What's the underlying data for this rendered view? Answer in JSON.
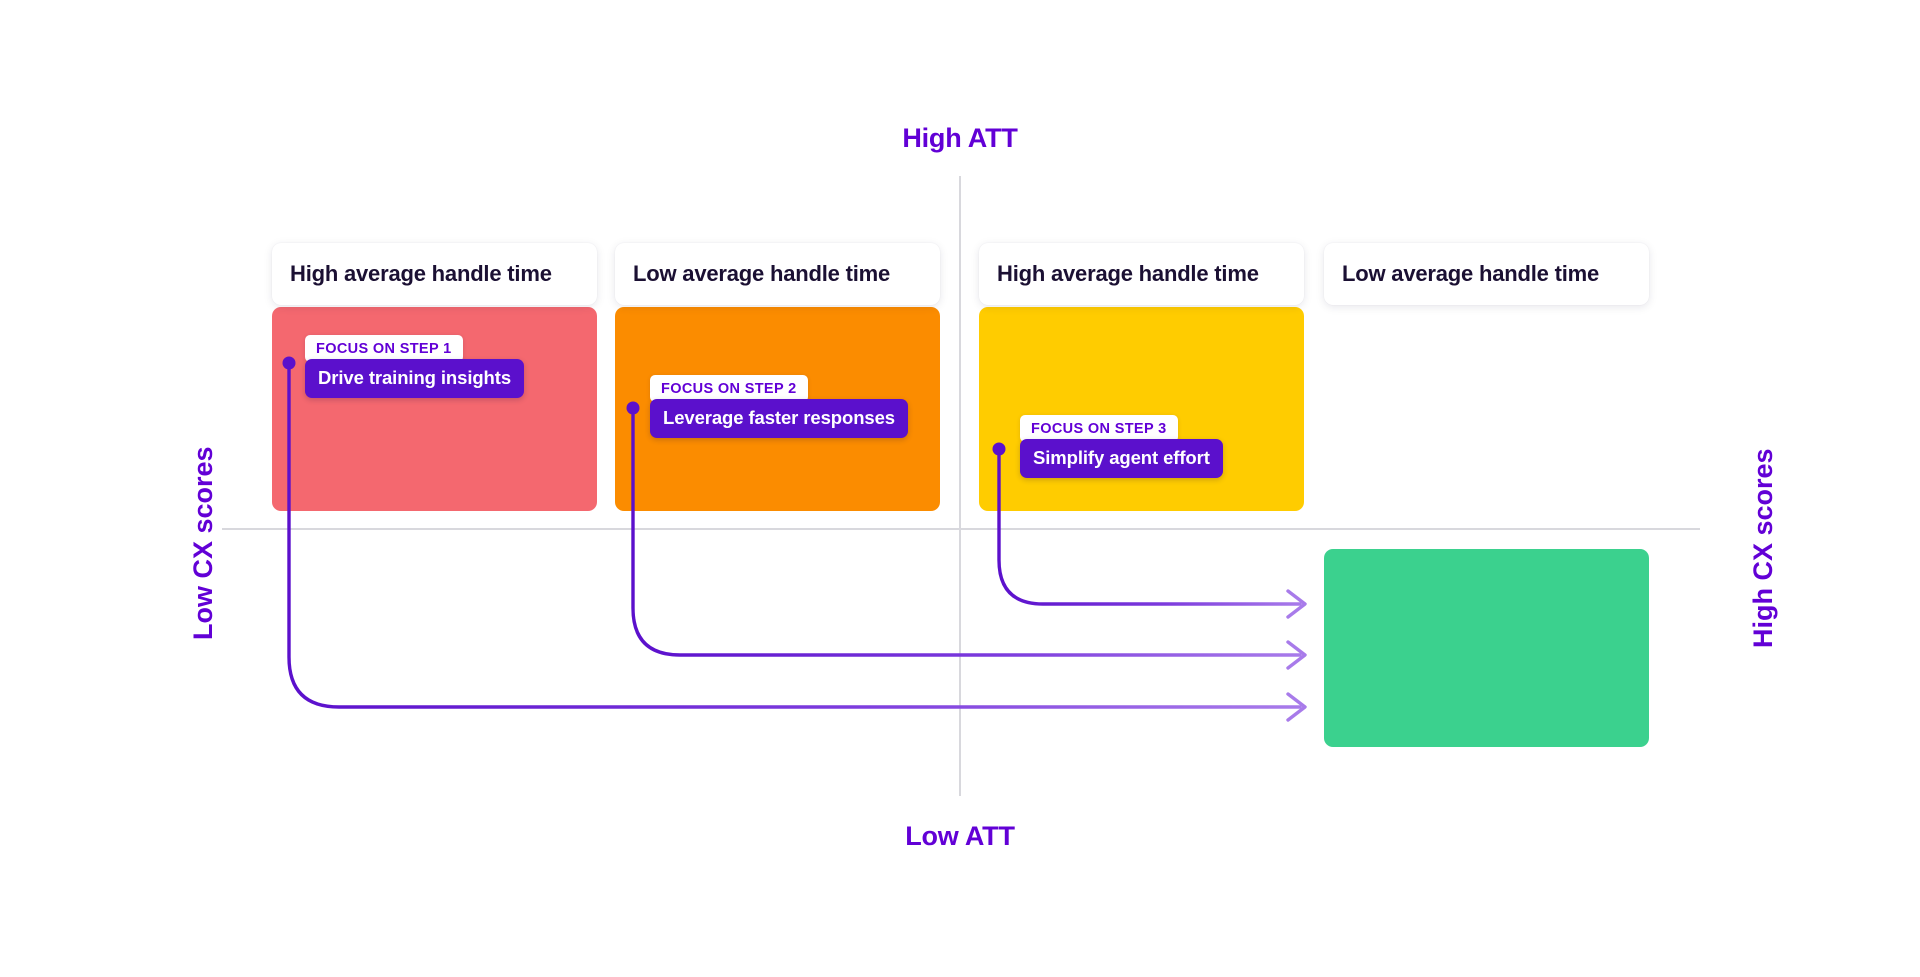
{
  "axes": {
    "top_label": "High ATT",
    "bottom_label": "Low ATT",
    "left_label": "Low CX scores",
    "right_label": "High CX scores",
    "accent_color": "#6200D6"
  },
  "quadrants": [
    {
      "title": "High average handle time",
      "block_color": "#F4686F",
      "has_block": true
    },
    {
      "title": "Low average handle time",
      "block_color": "#FB8C00",
      "has_block": true
    },
    {
      "title": "High average handle time",
      "block_color": "#FFCC00",
      "has_block": true
    },
    {
      "title": "Low average handle time",
      "block_color": "#FFFFFF",
      "has_block": false
    }
  ],
  "target_block": {
    "color": "#3BD18E"
  },
  "steps": [
    {
      "eyebrow": "FOCUS ON STEP 1",
      "action": "Drive training insights"
    },
    {
      "eyebrow": "FOCUS ON STEP 2",
      "action": "Leverage faster responses"
    },
    {
      "eyebrow": "FOCUS ON STEP 3",
      "action": "Simplify agent effort"
    }
  ],
  "connector": {
    "color_start": "#5B10CC",
    "color_end": "#A87BEA"
  }
}
